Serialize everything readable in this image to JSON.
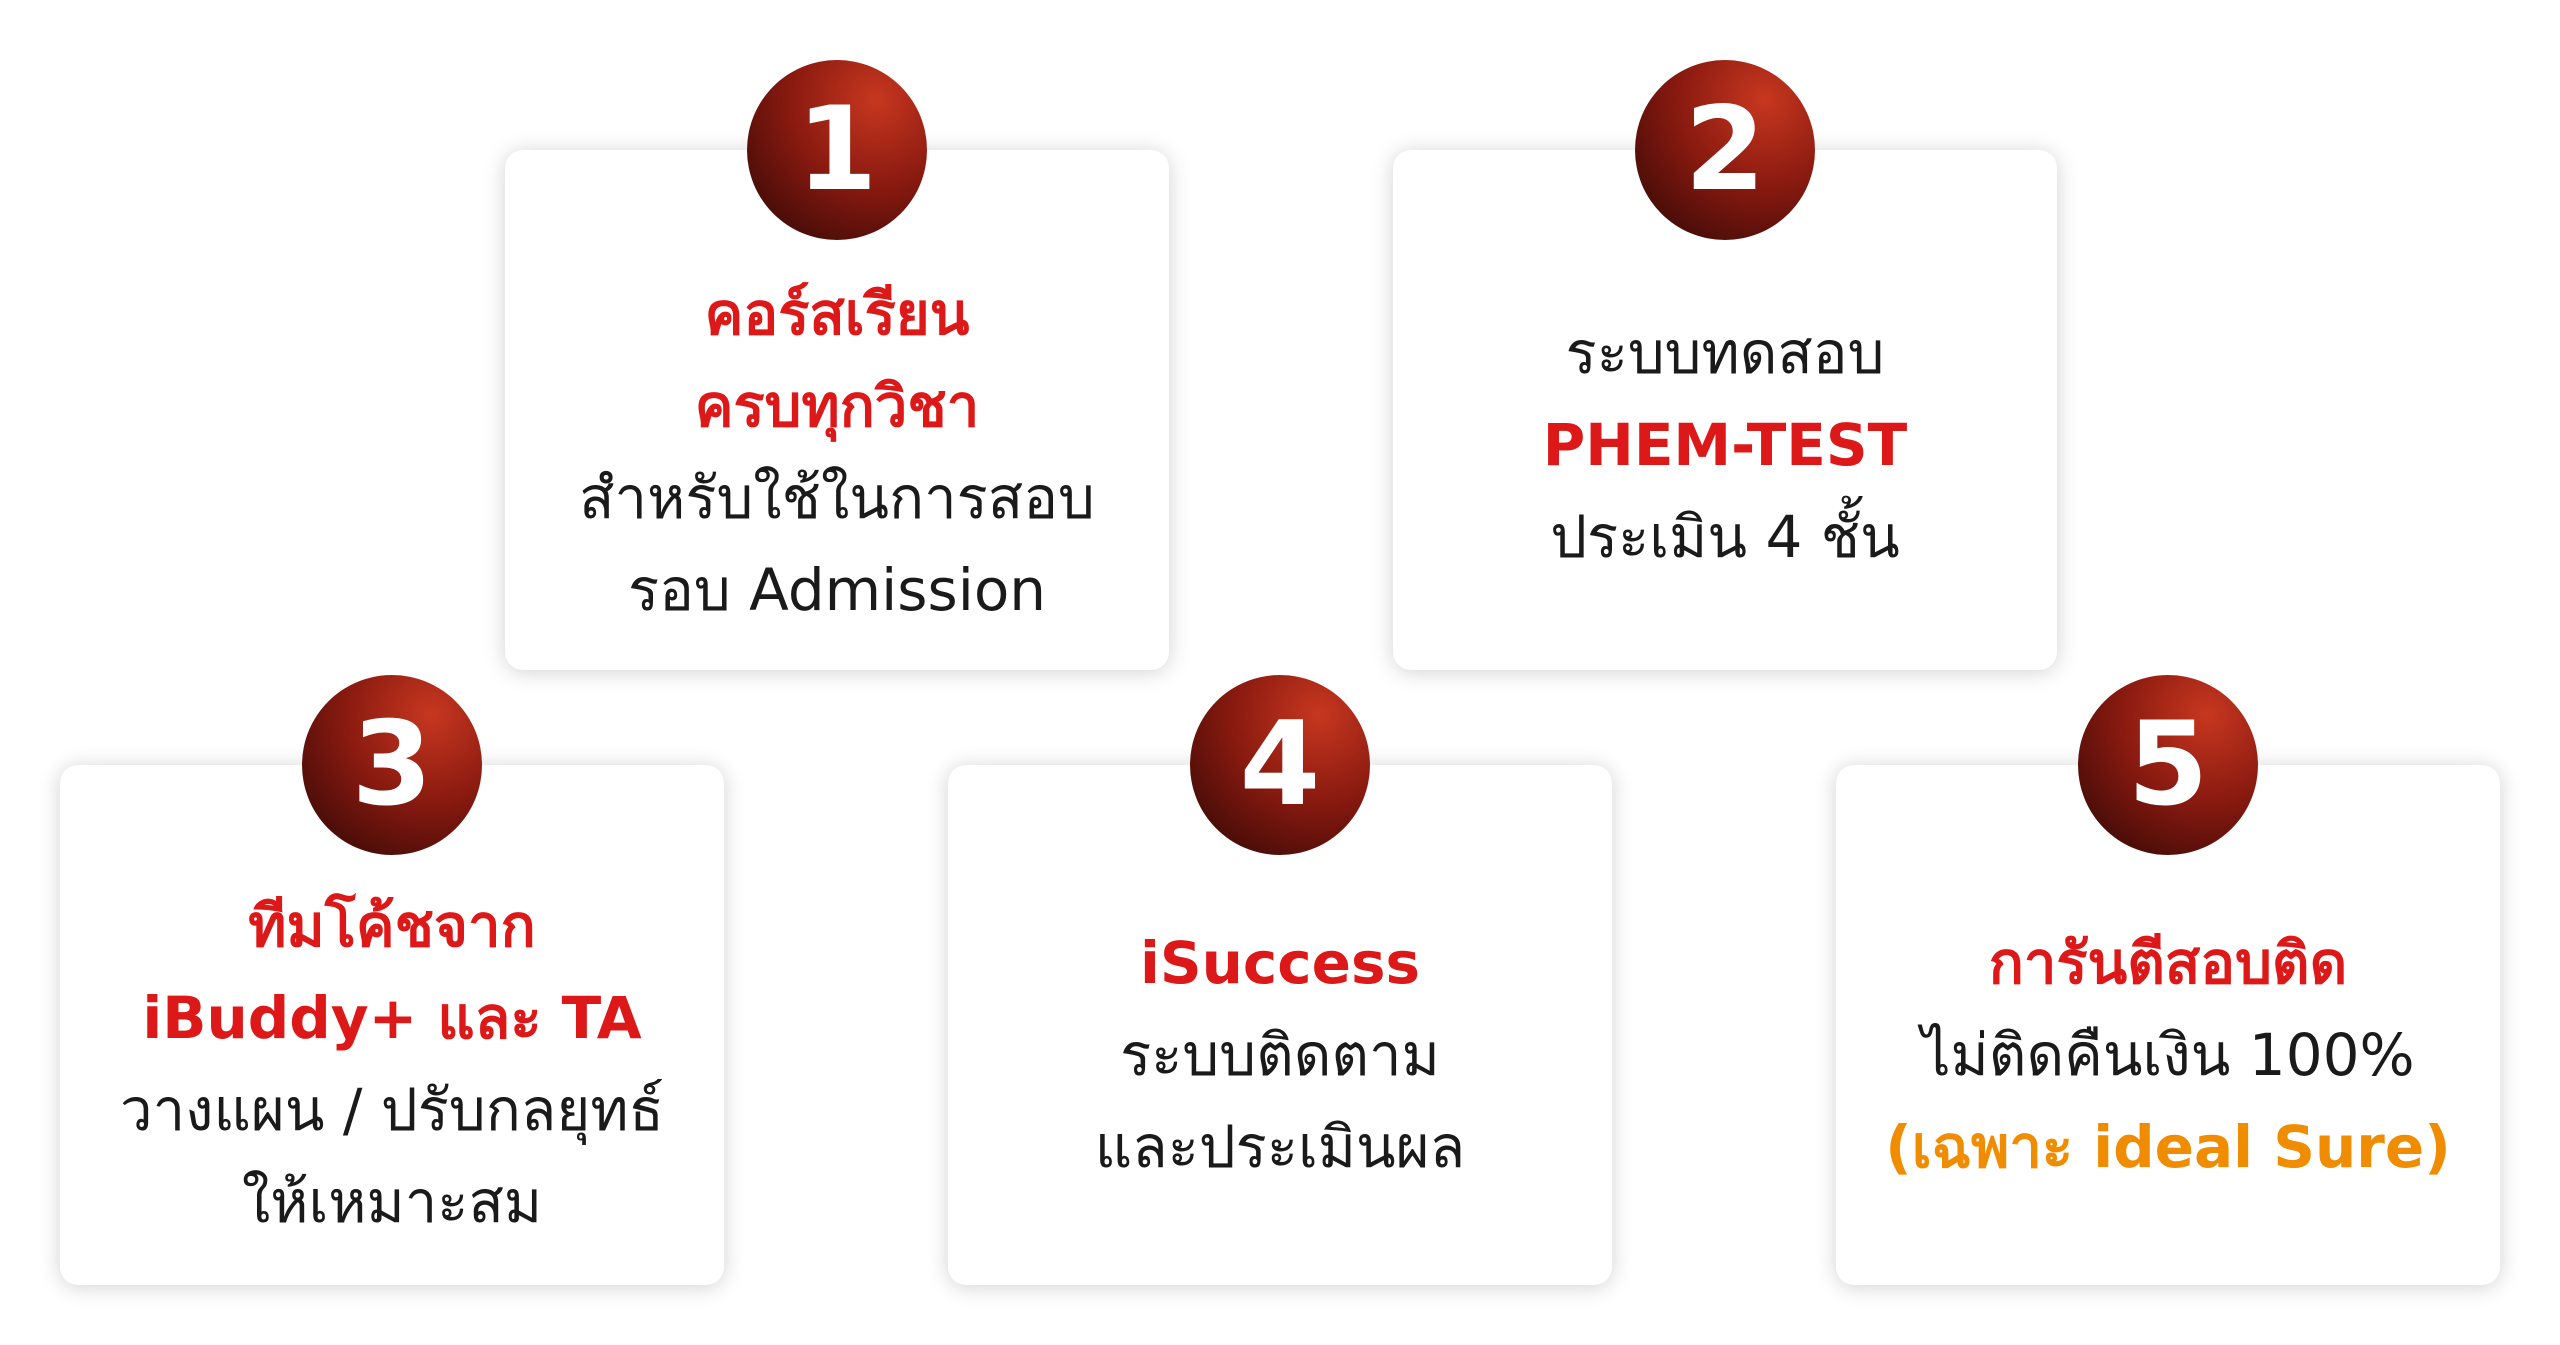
{
  "items": [
    {
      "number": "1",
      "lines": [
        "คอร์สเรียน",
        "ครบทุกวิชา",
        "สำหรับใช้ในการสอบ",
        "รอบ Admission"
      ]
    },
    {
      "number": "2",
      "lines": [
        "ระบบทดสอบ",
        "PHEM-TEST",
        "ประเมิน 4 ชั้น"
      ]
    },
    {
      "number": "3",
      "lines": [
        "ทีมโค้ชจาก",
        "iBuddy+ และ TA",
        "วางแผน / ปรับกลยุทธ์",
        "ให้เหมาะสม"
      ]
    },
    {
      "number": "4",
      "lines": [
        "iSuccess",
        "ระบบติดตาม",
        "และประเมินผล"
      ]
    },
    {
      "number": "5",
      "lines": [
        "การันตีสอบติด",
        "ไม่ติดคืนเงิน 100%",
        "(เฉพาะ ideal Sure)"
      ]
    }
  ],
  "colors": {
    "highlight_red": "#dc1818",
    "highlight_orange": "#f08c00",
    "badge_dark": "#2a0604",
    "badge_light": "#c7371f",
    "body_text": "#1a1a1a"
  }
}
